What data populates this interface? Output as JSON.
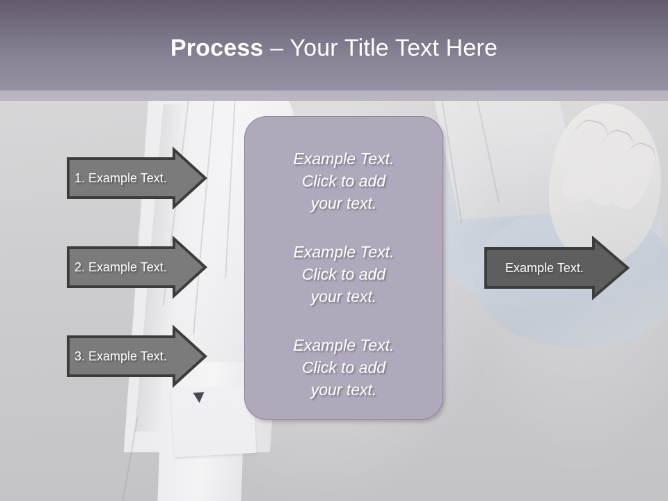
{
  "slide": {
    "title": {
      "strong": "Process",
      "rest": " – Your Title Text Here"
    },
    "background_description": "faded illustration of a person in a white shirt with folded arms"
  },
  "colors": {
    "title_band_top": "#635b6d",
    "title_band_bottom": "#968fa3",
    "title_strip": "#b6b1bd",
    "panel_fill": "#b0a9bb",
    "panel_border": "#8c8598",
    "arrow_left_fill": "#7b7b7b",
    "arrow_right_fill": "#5e5e5e",
    "arrow_outline": "#3c3c3c",
    "text_white": "#ffffff",
    "slide_background": "#c9c9cb"
  },
  "steps": [
    {
      "id": "step-1",
      "label": "1. Example Text."
    },
    {
      "id": "step-2",
      "label": "2. Example Text."
    },
    {
      "id": "step-3",
      "label": "3. Example Text."
    }
  ],
  "outcome": {
    "label": "Example Text."
  },
  "panel": {
    "blocks": [
      "Example Text.\nClick  to add\nyour text.",
      "Example Text.\nClick  to add\nyour text.",
      "Example Text.\nClick  to add\nyour text."
    ]
  }
}
